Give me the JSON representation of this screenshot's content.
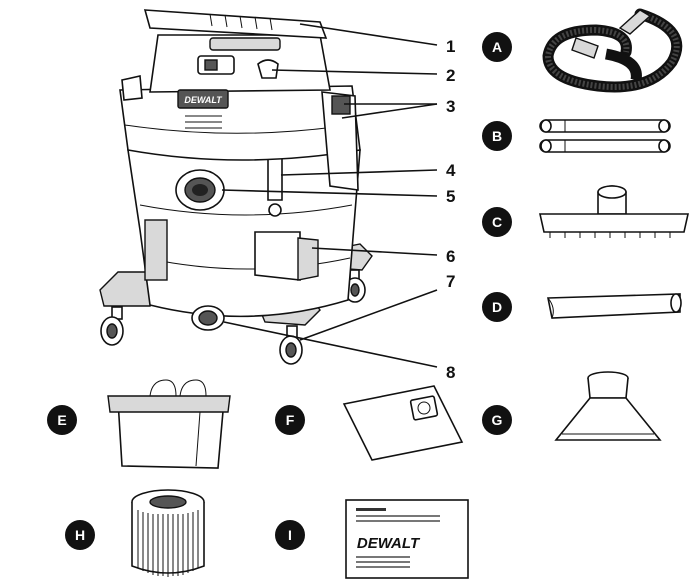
{
  "callouts": [
    "1",
    "2",
    "3",
    "4",
    "5",
    "6",
    "7",
    "8"
  ],
  "accessories": {
    "A": "A",
    "B": "B",
    "C": "C",
    "D": "D",
    "E": "E",
    "F": "F",
    "G": "G",
    "H": "H",
    "I": "I"
  },
  "brand": {
    "body_logo": "DEWALT",
    "manual_logo": "DEWALT"
  },
  "colors": {
    "ink": "#111111",
    "badge": "#111111",
    "paper": "#ffffff"
  }
}
